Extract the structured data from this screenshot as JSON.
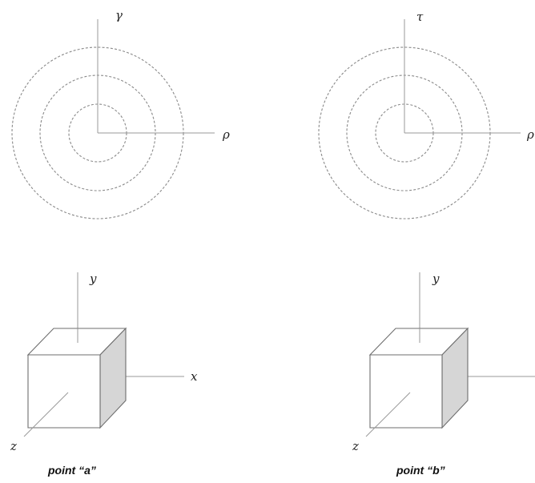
{
  "diagram": {
    "top_left": {
      "axis_vertical": "γ",
      "axis_horizontal": "ρ"
    },
    "top_right": {
      "axis_vertical": "τ",
      "axis_horizontal": "ρ"
    },
    "bottom_left": {
      "axis_y": "y",
      "axis_x": "x",
      "axis_z": "z",
      "caption": "point “a”"
    },
    "bottom_right": {
      "axis_y": "y",
      "axis_z": "z",
      "caption": "point “b”"
    }
  }
}
